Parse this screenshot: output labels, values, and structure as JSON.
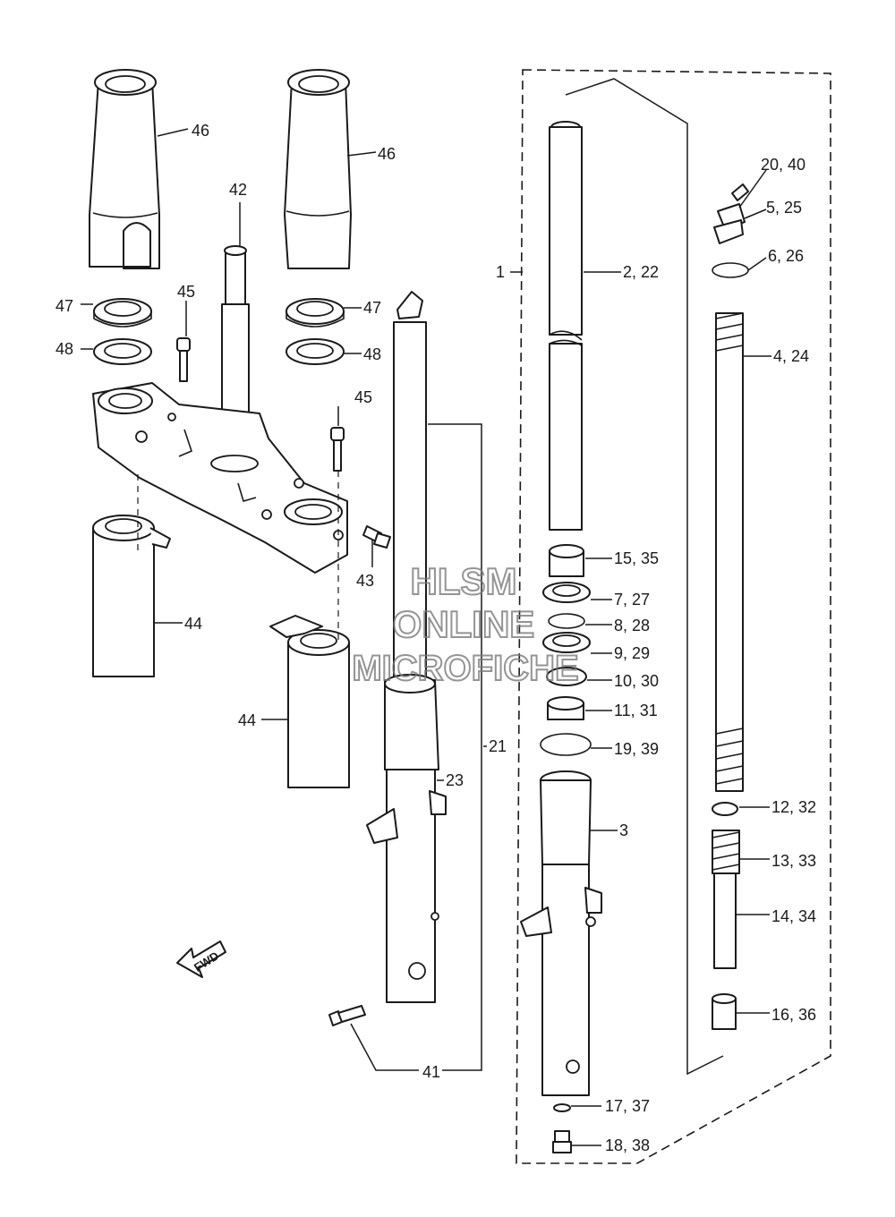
{
  "watermark": {
    "line1": "HLSM",
    "line2": "ONLINE",
    "line3": "MICROFICHE"
  },
  "direction_marker": "FWD",
  "callouts": {
    "c46a": "46",
    "c46b": "46",
    "c42": "42",
    "c47a": "47",
    "c47b": "47",
    "c45a": "45",
    "c45b": "45",
    "c48a": "48",
    "c48b": "48",
    "c43": "43",
    "c44a": "44",
    "c44b": "44",
    "c1": "1",
    "c2_22": "2, 22",
    "c20_40": "20, 40",
    "c5_25": "5, 25",
    "c6_26": "6, 26",
    "c4_24": "4, 24",
    "c15_35": "15, 35",
    "c7_27": "7, 27",
    "c8_28": "8, 28",
    "c9_29": "9, 29",
    "c10_30": "10, 30",
    "c11_31": "11, 31",
    "c19_39": "19, 39",
    "c21": "21",
    "c23": "23",
    "c3": "3",
    "c12_32": "12, 32",
    "c13_33": "13, 33",
    "c14_34": "14, 34",
    "c16_36": "16, 36",
    "c17_37": "17, 37",
    "c18_38": "18, 38",
    "c41": "41"
  }
}
